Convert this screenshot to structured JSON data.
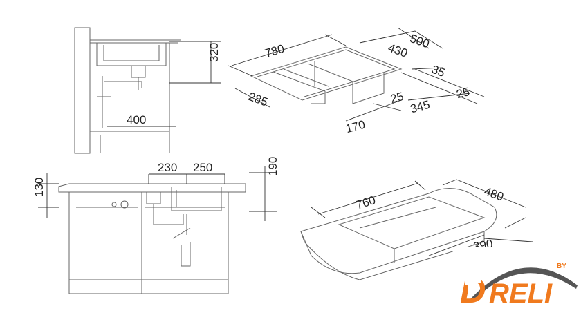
{
  "dimensions": {
    "side_view": {
      "height": "320",
      "depth": "400"
    },
    "top_iso": {
      "length": "780",
      "width": "500",
      "inner_width": "430",
      "rim_back": "35",
      "rim_right": "25",
      "drainer": "285",
      "divider": "25",
      "bowl": "345",
      "bowl_small": "170"
    },
    "front_view": {
      "rim": "130",
      "bowl_left": "230",
      "bowl_right": "250",
      "bowl_depth": "190"
    },
    "bottom_iso": {
      "length": "760",
      "width": "480",
      "hidden": "390"
    }
  },
  "logo": {
    "text": "DRELI",
    "by": "BY",
    "colors": {
      "orange": "#f07a1e",
      "gray": "#555555"
    }
  }
}
